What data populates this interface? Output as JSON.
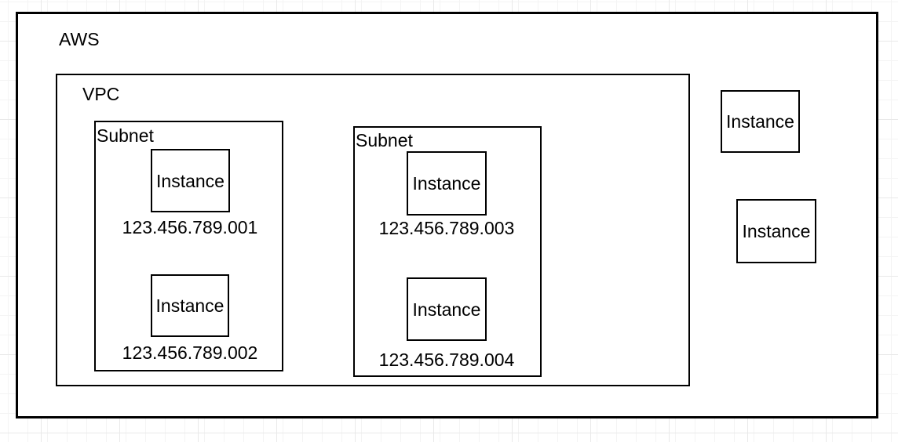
{
  "diagram": {
    "aws": {
      "label": "AWS"
    },
    "vpc": {
      "label": "VPC"
    },
    "subnets": [
      {
        "label": "Subnet",
        "instances": [
          {
            "label": "Instance",
            "ip": "123.456.789.001"
          },
          {
            "label": "Instance",
            "ip": "123.456.789.002"
          }
        ]
      },
      {
        "label": "Subnet",
        "instances": [
          {
            "label": "Instance",
            "ip": "123.456.789.003"
          },
          {
            "label": "Instance",
            "ip": "123.456.789.004"
          }
        ]
      }
    ],
    "standalone_instances": [
      {
        "label": "Instance"
      },
      {
        "label": "Instance"
      }
    ]
  },
  "colors": {
    "stroke": "#000000",
    "shape_fill": "#ffffff",
    "grid_minor": "#f4f4f4",
    "grid_major": "#e9e9e9",
    "text": "#000000"
  }
}
